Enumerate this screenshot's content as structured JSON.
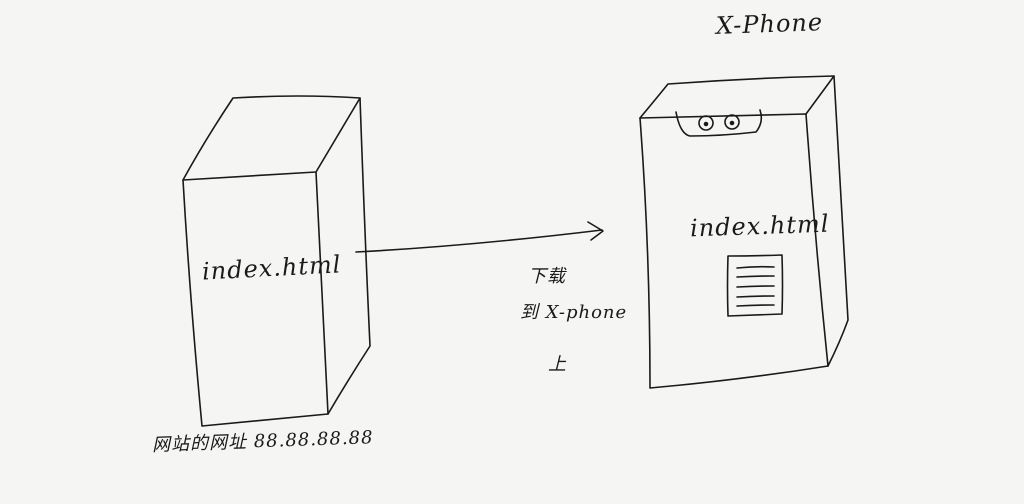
{
  "server": {
    "file_label": "index.html",
    "address_label": "网站的网址 88.88.88.88"
  },
  "phone": {
    "title": "X-Phone",
    "file_label": "index.html"
  },
  "arrow": {
    "line1": "下载",
    "line2": "到 X-phone",
    "line3": "上"
  },
  "colors": {
    "ink": "#1a1a1a",
    "paper": "#f5f5f3"
  }
}
